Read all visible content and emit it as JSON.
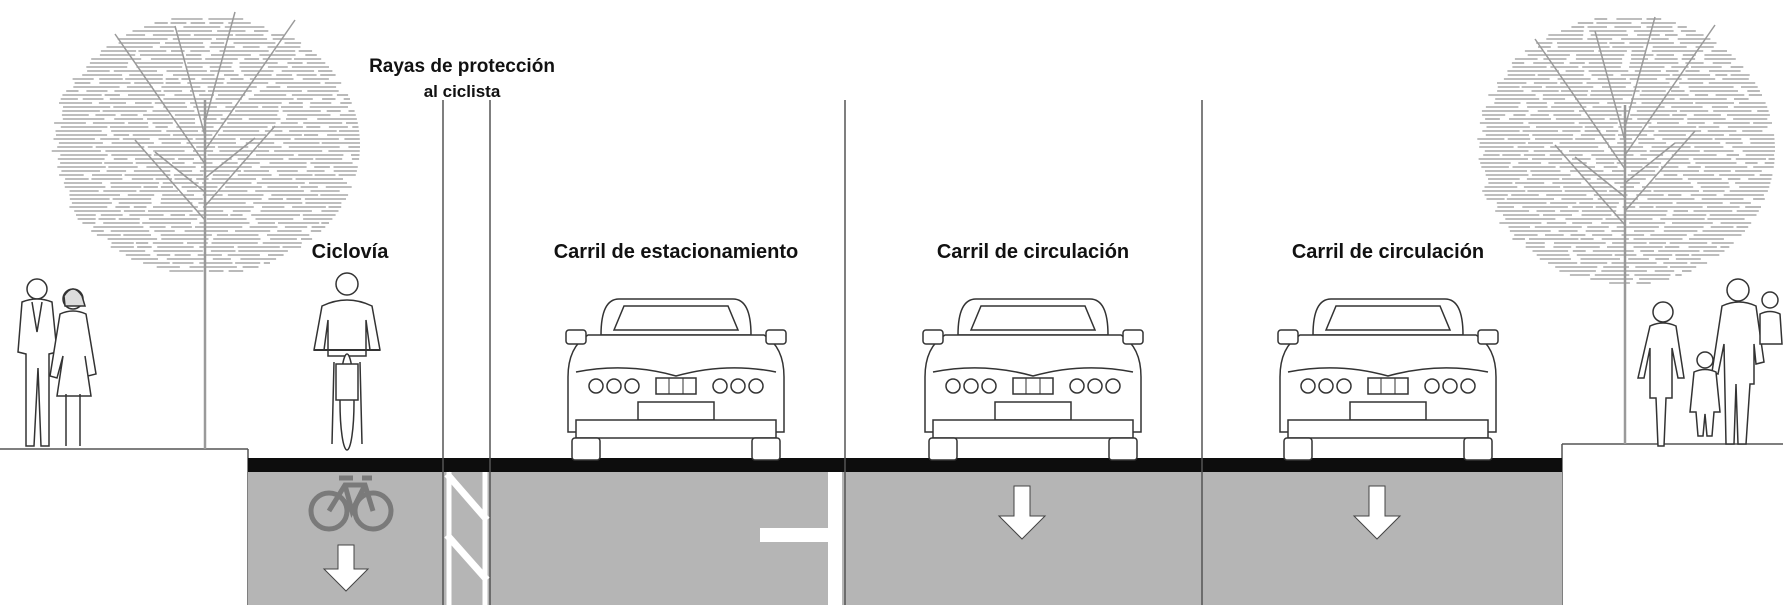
{
  "labels": {
    "buffer_title_line1": "Rayas de protección",
    "buffer_title_line2": "al ciclista",
    "bike_lane": "Ciclovía",
    "parking_lane": "Carril de estacionamiento",
    "travel_lane_1": "Carril de circulación",
    "travel_lane_2": "Carril de circulación"
  },
  "colors": {
    "road": "#b5b5b5",
    "curb": "#0d0d0d",
    "line": "#555555",
    "tree": "#a9a9a9",
    "marking": "#ffffff",
    "bike_symbol": "#7a7a7a"
  },
  "icons": [
    "tree-left-icon",
    "tree-right-icon",
    "pedestrian-couple-icon",
    "cyclist-icon",
    "car-icon",
    "family-pedestrians-icon",
    "bicycle-marking-icon",
    "down-arrow-icon"
  ]
}
